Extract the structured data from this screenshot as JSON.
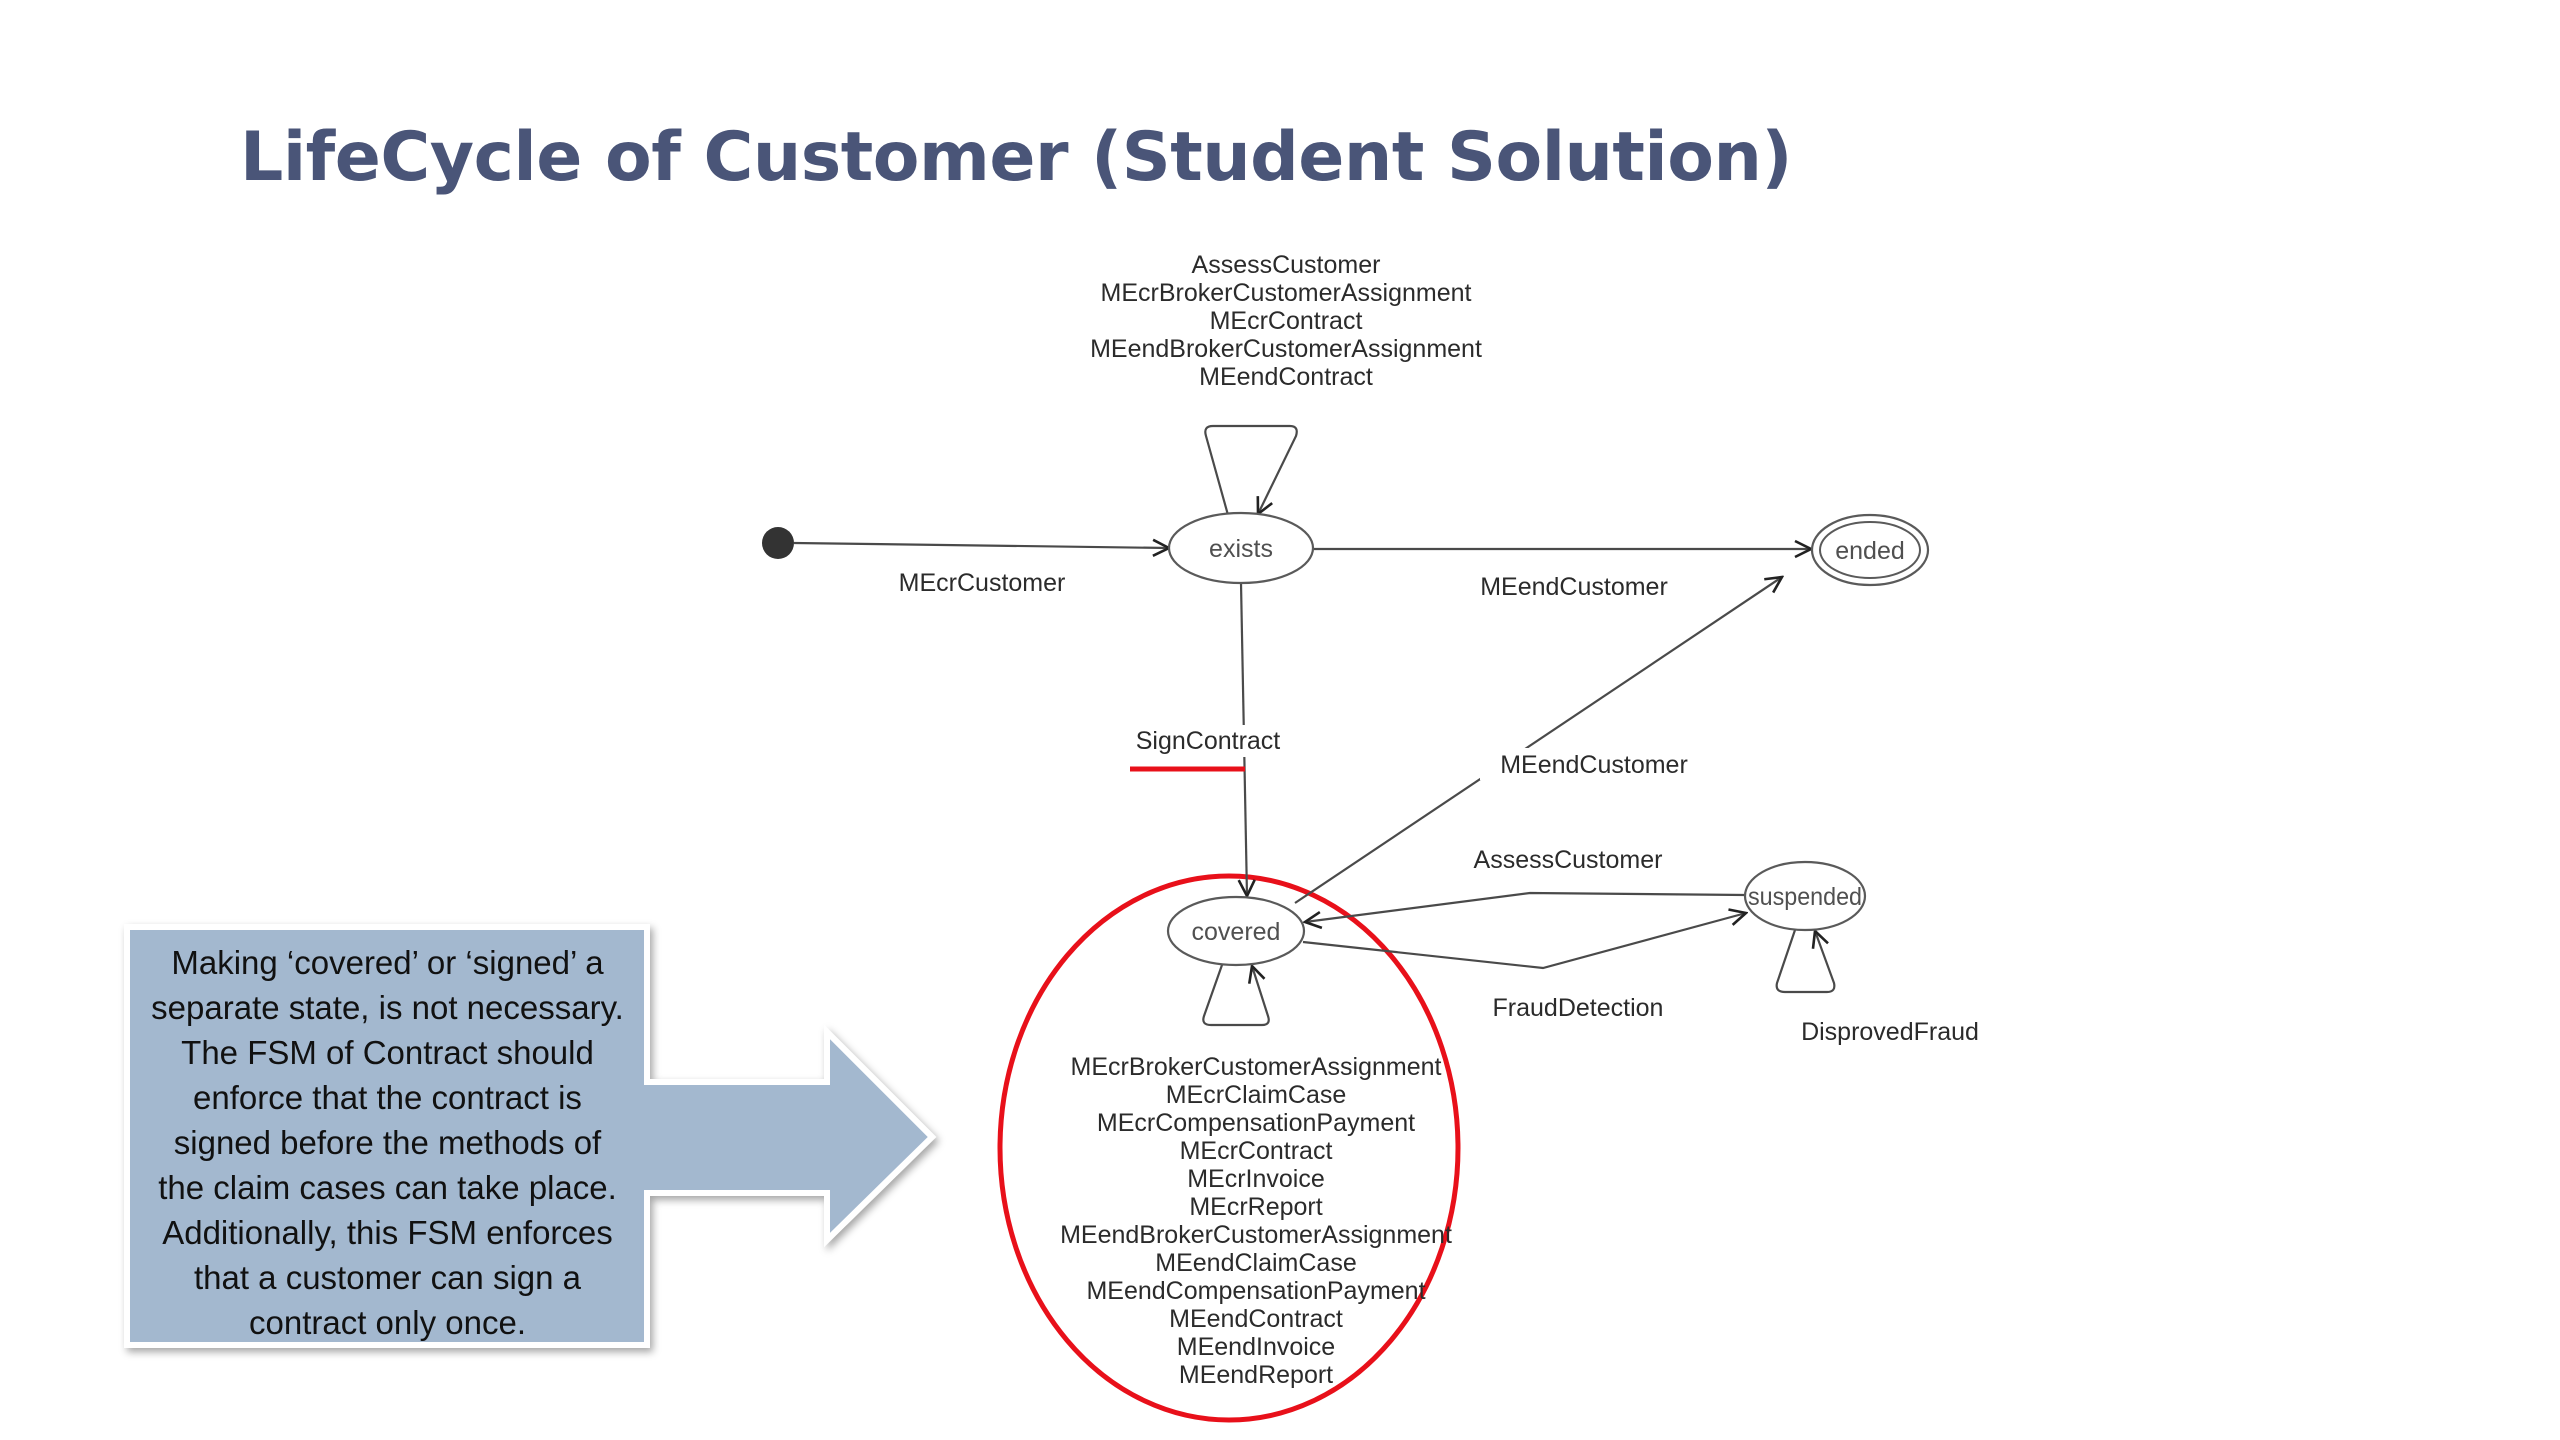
{
  "slide": {
    "title": "LifeCycle of Customer (Student Solution)"
  },
  "diagram": {
    "states": {
      "initial": "initial-state",
      "exists": "exists",
      "ended": "ended",
      "covered": "covered",
      "suspended": "suspended"
    },
    "transitions": {
      "create": "MEcrCustomer",
      "exists_to_ended": "MEendCustomer",
      "covered_to_ended": "MEendCustomer",
      "sign": "SignContract",
      "suspended_to_covered": "AssessCustomer",
      "covered_to_suspended": "FraudDetection",
      "suspended_loop": "DisprovedFraud"
    },
    "exists_loop_events": [
      "AssessCustomer",
      "MEcrBrokerCustomerAssignment",
      "MEcrContract",
      "MEendBrokerCustomerAssignment",
      "MEendContract"
    ],
    "covered_loop_events": [
      "MEcrBrokerCustomerAssignment",
      "MEcrClaimCase",
      "MEcrCompensationPayment",
      "MEcrContract",
      "MEcrInvoice",
      "MEcrReport",
      "MEendBrokerCustomerAssignment",
      "MEendClaimCase",
      "MEendCompensationPayment",
      "MEendContract",
      "MEendInvoice",
      "MEendReport"
    ]
  },
  "callout": {
    "lines": [
      "Making ‘covered’ or ‘signed’ a",
      "separate state, is not necessary.",
      "The FSM of Contract should",
      "enforce that the contract is",
      "signed before the methods of",
      "the claim cases can take place.",
      "Additionally, this FSM enforces",
      "that a customer can sign a",
      "contract only once."
    ]
  },
  "colors": {
    "title": "#4A5578",
    "highlight_red": "#E8101A",
    "callout_fill": "#A3B8CF",
    "edge": "#4a4a4a"
  }
}
